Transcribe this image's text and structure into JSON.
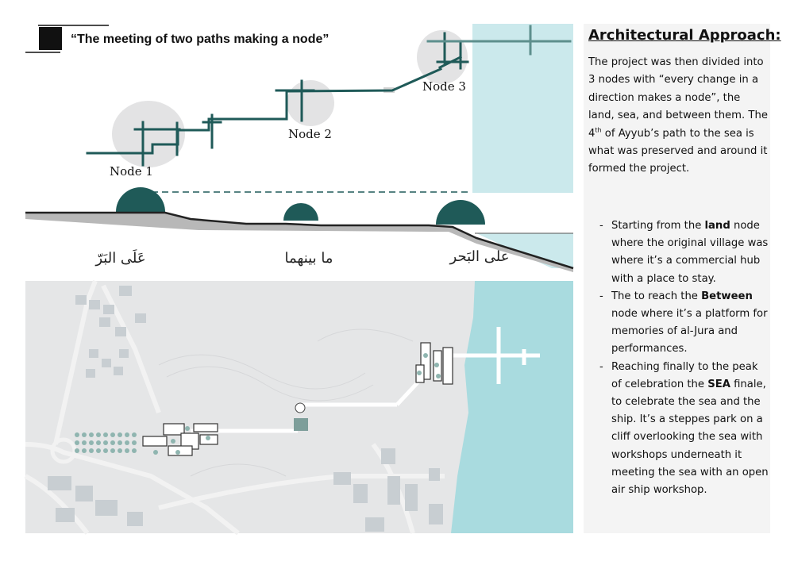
{
  "header": {
    "title": "“The meeting of two paths making a node”"
  },
  "nodes": [
    {
      "label": "Node 1"
    },
    {
      "label": "Node 2"
    },
    {
      "label": "Node 3"
    }
  ],
  "section_labels": [
    {
      "text": "عَلَى البَرّ"
    },
    {
      "text": "ما بينهما"
    },
    {
      "text": "على البَحر"
    }
  ],
  "colors": {
    "accent": "#1f5a58",
    "sea": "#cbe9ec",
    "sea_map": "#a9dbdf",
    "node_circle": "#e3e3e4",
    "map_ground": "#e5e6e7",
    "panel": "#f4f4f4"
  },
  "sidebar": {
    "title": "Architectural Approach:",
    "intro_a": "The project was then divided into 3 nodes with “every change in a direction makes a node”, the land, sea, and between them. The 4",
    "intro_sup": "th",
    "intro_b": " of Ayyub’s path to the sea is what was preserved and around it formed the project.",
    "bullets": [
      {
        "before": "Starting from the ",
        "bold": "land",
        "after": " node where the original village was where it’s a commercial hub with a place to stay."
      },
      {
        "before": "The to reach the ",
        "bold": "Between",
        "after": " node where it’s a platform for memories of al-Jura and performances."
      },
      {
        "before": "Reaching finally to the peak of celebration the ",
        "bold": "SEA",
        "after": " finale, to celebrate the sea and the ship. It’s a steppes park on a cliff overlooking the sea with workshops underneath it meeting the sea with an open air ship workshop."
      }
    ]
  }
}
